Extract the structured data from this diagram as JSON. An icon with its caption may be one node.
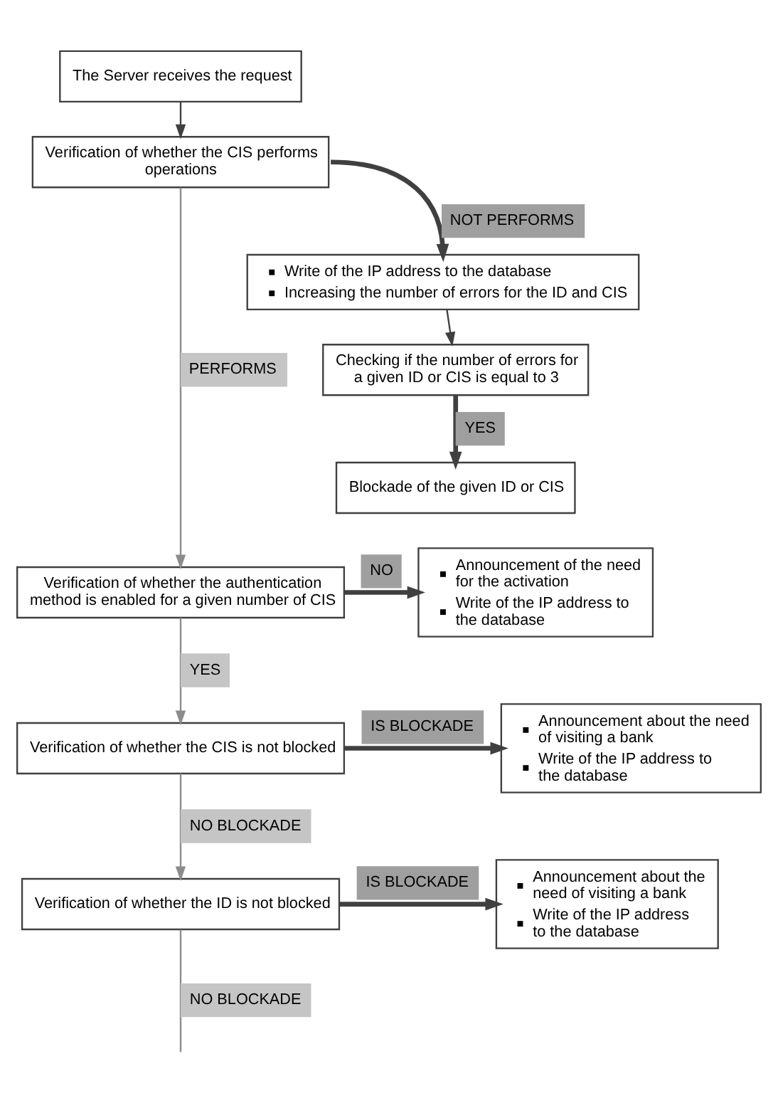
{
  "diagram": {
    "nodes": [
      {
        "text": [
          "The Server receives the request"
        ]
      },
      {
        "text": [
          "Verification of whether the CIS performs operations"
        ]
      },
      {
        "text": [
          "Write of the IP address to the database",
          "Increasing the number of errors for the ID and CIS"
        ]
      },
      {
        "text": [
          "Checking if the number of errors for a given ID or CIS is equal to 3"
        ]
      },
      {
        "text": [
          "Blockade of the given ID or CIS"
        ]
      },
      {
        "text": [
          "Verification of whether the authentication method is enabled for a given number of CIS"
        ]
      },
      {
        "text": [
          "Announcement of the need for the activation",
          "Write of the IP address to the database"
        ]
      },
      {
        "text": [
          "Verification of whether the CIS is not blocked"
        ]
      },
      {
        "text": [
          "Announcement about the need of visiting a bank",
          "Write of the IP address to the database"
        ]
      },
      {
        "text": [
          "Verification of whether the ID is not blocked"
        ]
      },
      {
        "text": [
          "Announcement about the need of visiting a bank",
          "Write of the IP address to the database"
        ]
      }
    ],
    "edges": [
      {
        "from": 0,
        "to": 1,
        "arrow": "to"
      },
      {
        "from": 1,
        "to": 2,
        "arrow": "to",
        "label": "NOT PERFORMS",
        "style": "thick"
      },
      {
        "from": 2,
        "to": 3,
        "arrow": "to"
      },
      {
        "from": 3,
        "to": 4,
        "arrow": "to",
        "label": "YES",
        "style": "thick"
      },
      {
        "from": 1,
        "to": 5,
        "arrow": "to",
        "label": "PERFORMS",
        "color": "#8c8c8c"
      },
      {
        "from": 5,
        "to": 6,
        "arrow": "to",
        "label": "NO",
        "style": "thick"
      },
      {
        "from": 5,
        "to": 7,
        "arrow": "to",
        "label": "YES",
        "color": "#8c8c8c"
      },
      {
        "from": 7,
        "to": 8,
        "arrow": "to",
        "label": "IS BLOCKADE",
        "style": "thick"
      },
      {
        "from": 7,
        "to": 9,
        "arrow": "to",
        "label": "NO BLOCKADE",
        "color": "#8c8c8c"
      },
      {
        "from": 9,
        "to": 10,
        "arrow": "to",
        "label": "IS BLOCKADE",
        "style": "thick"
      },
      {
        "from": 9,
        "to": null,
        "arrow": "none",
        "label": "NO BLOCKADE",
        "color": "#8c8c8c"
      }
    ]
  }
}
